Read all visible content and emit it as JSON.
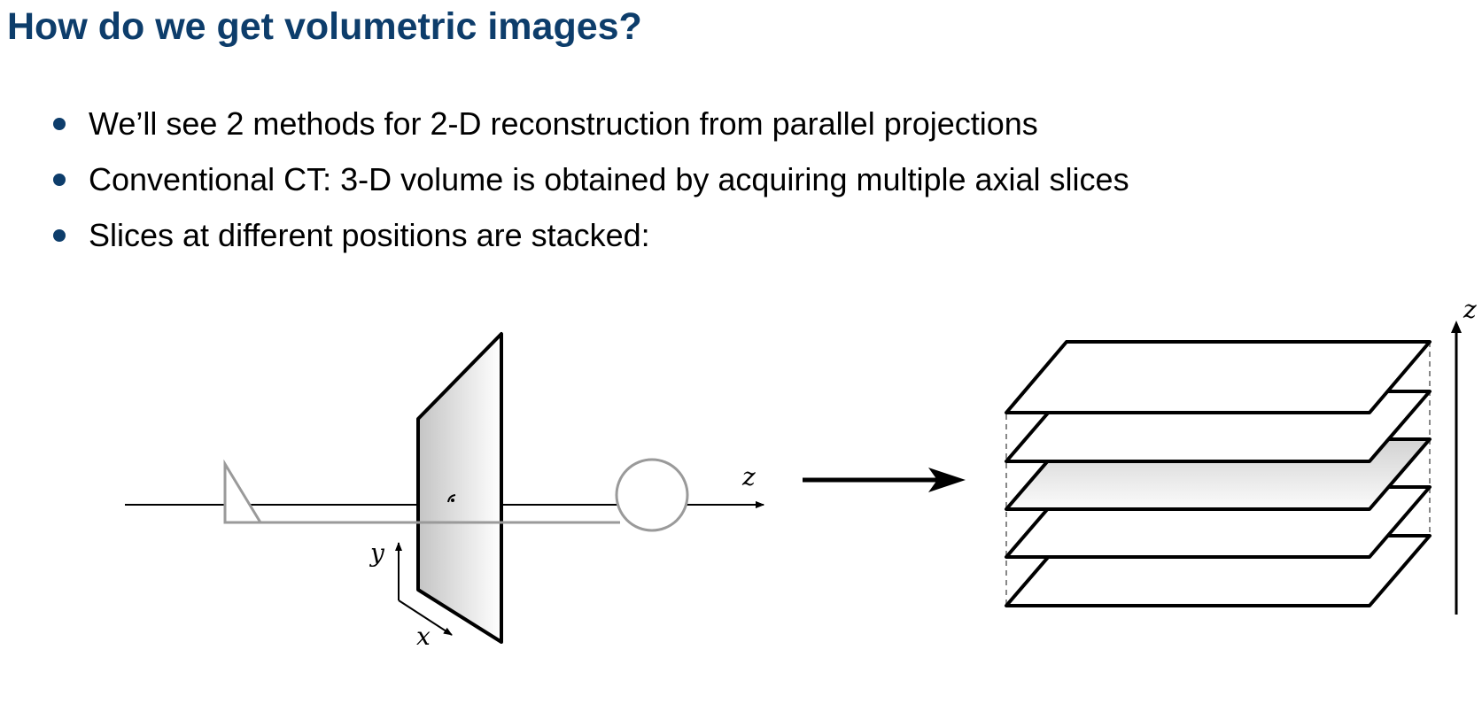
{
  "title": "How do we get volumetric images?",
  "bullets": [
    "We’ll see 2 methods for 2-D reconstruction from parallel projections",
    "Conventional CT: 3-D volume is obtained by acquiring multiple axial slices",
    "Slices at different positions are stacked:"
  ],
  "figure": {
    "left_axis_labels": {
      "z": "z",
      "y": "y",
      "x": "x"
    },
    "right_axis_label": "z",
    "slice_count": 5,
    "highlighted_slice": 3
  }
}
